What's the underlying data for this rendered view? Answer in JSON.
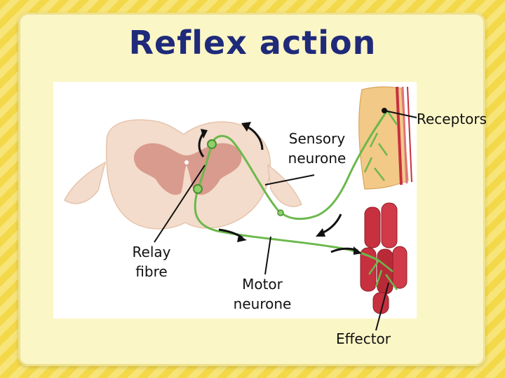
{
  "title": "Reflex action",
  "labels": {
    "sensory_neurone": [
      "Sensory",
      "neurone"
    ],
    "receptors": "Receptors",
    "relay_fibre": [
      "Relay",
      "fibre"
    ],
    "motor_neurone": [
      "Motor",
      "neurone"
    ],
    "effector": "Effector"
  },
  "colors": {
    "title": "#1f2a7a",
    "spinal_cord": "#f3dccb",
    "grey_matter": "#d99b8e",
    "neurone": "#6cb84c",
    "skin": "#f2c987",
    "muscle": "#c7303f"
  }
}
